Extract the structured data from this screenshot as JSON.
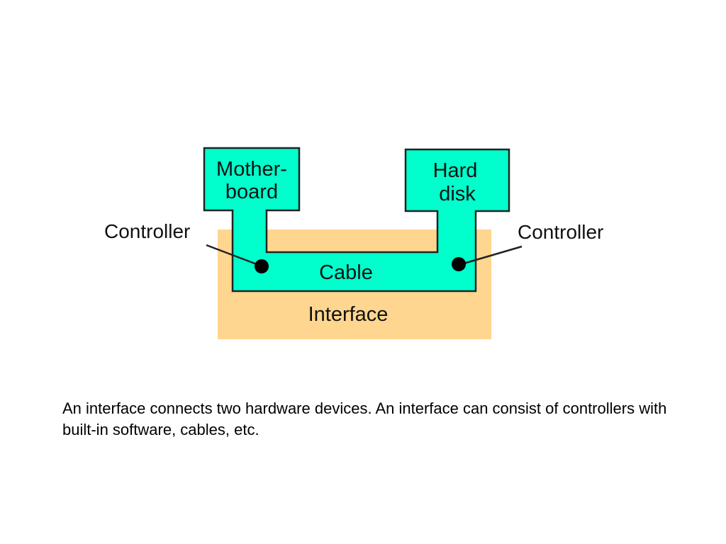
{
  "diagram": {
    "labels": {
      "motherboard_line1": "Mother-",
      "motherboard_line2": "board",
      "harddisk_line1": "Hard",
      "harddisk_line2": "disk",
      "controller_left": "Controller",
      "controller_right": "Controller",
      "cable": "Cable",
      "interface": "Interface"
    },
    "colors": {
      "interface_fill": "#FFD68F",
      "device_fill": "#00FFCC",
      "outline": "#222222",
      "controller_dot": "#000000"
    }
  },
  "caption": "An interface connects two hardware devices. An interface can consist of controllers with built-in software, cables, etc."
}
